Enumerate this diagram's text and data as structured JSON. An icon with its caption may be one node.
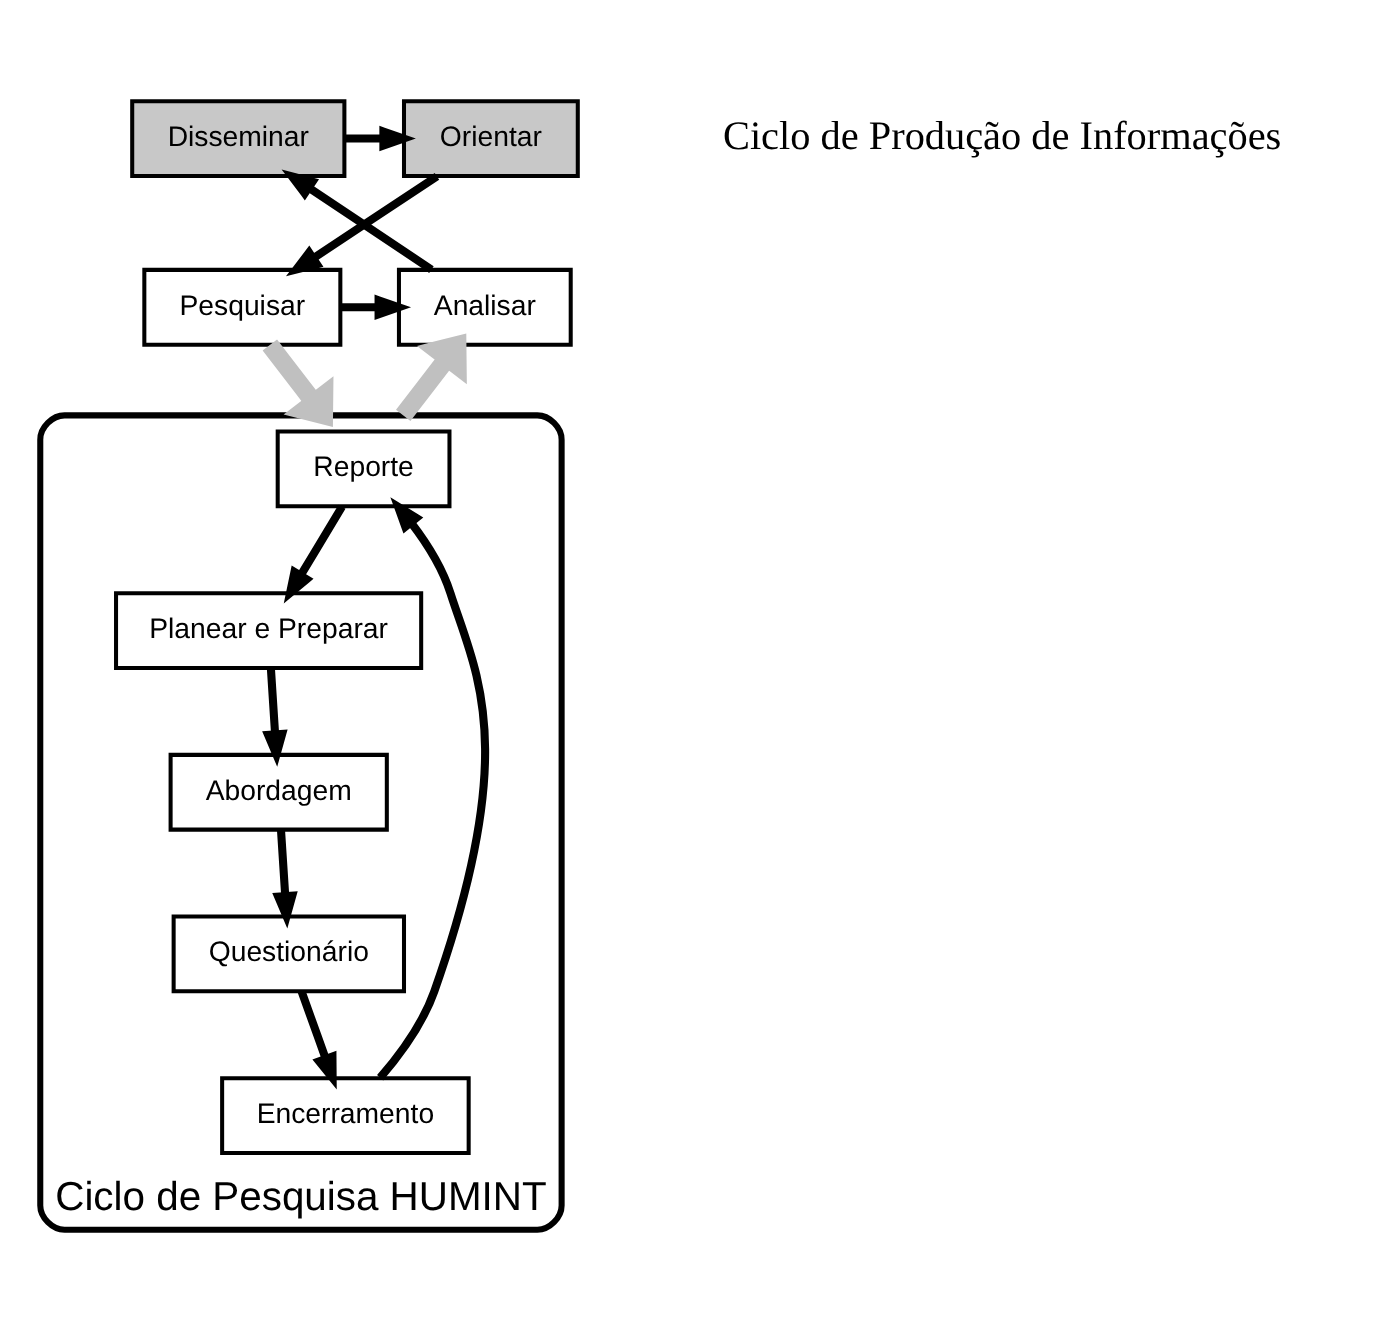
{
  "diagram": {
    "nodes": [
      {
        "text": [
          "Disseminar"
        ]
      },
      {
        "text": [
          "Orientar"
        ]
      },
      {
        "text": [
          "Analisar"
        ]
      },
      {
        "text": [
          "Pesquisar"
        ]
      },
      {
        "text": [
          "Ciclo de Pesquisa HUMINT"
        ]
      },
      {
        "text": [
          "Reporte"
        ],
        "in": 4
      },
      {
        "text": [
          "Planear e Preparar"
        ],
        "in": 4
      },
      {
        "text": [
          "Encerramento"
        ],
        "in": 4
      },
      {
        "text": [
          "Abordagem"
        ],
        "in": 4
      },
      {
        "text": [
          "Questionário"
        ],
        "in": 4
      }
    ],
    "edges": [
      {
        "from": 0,
        "to": 1,
        "arrow": "to"
      },
      {
        "from": 1,
        "to": 3,
        "arrow": "to"
      },
      {
        "from": 3,
        "to": 2,
        "arrow": "to"
      },
      {
        "from": 2,
        "to": 0,
        "arrow": "to"
      },
      {
        "from": 3,
        "to": 4,
        "arrow": "to",
        "style": "thick",
        "color": "#c0c0c0"
      },
      {
        "from": 4,
        "to": 2,
        "arrow": "to",
        "style": "thick",
        "color": "#c0c0c0"
      },
      {
        "from": 6,
        "to": 8,
        "arrow": "to"
      },
      {
        "from": 8,
        "to": 9,
        "arrow": "to"
      },
      {
        "from": 9,
        "to": 7,
        "arrow": "to"
      },
      {
        "from": 7,
        "to": 5,
        "arrow": "to"
      },
      {
        "from": 5,
        "to": 6,
        "arrow": "to"
      }
    ],
    "labels": [
      "Ciclo de Produção de Informações"
    ]
  }
}
